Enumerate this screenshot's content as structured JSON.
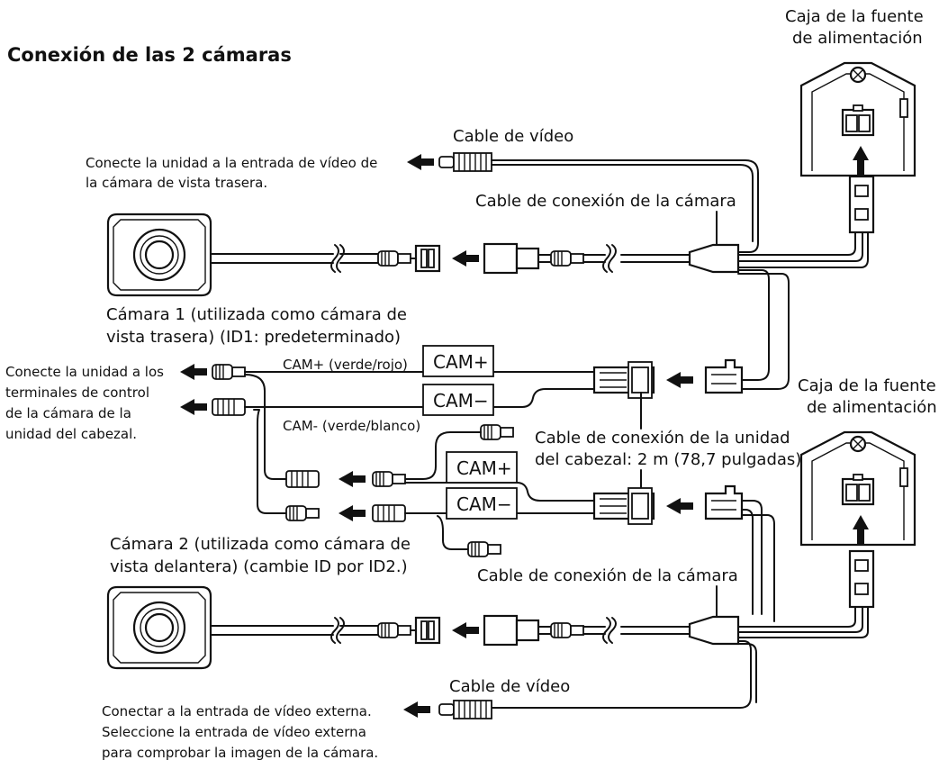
{
  "title": "Conexión de las 2 cámaras",
  "labels": {
    "power_box_top": [
      "Caja de la fuente",
      "de alimentación"
    ],
    "power_box_bottom": [
      "Caja de la fuente",
      "de alimentación"
    ],
    "video_cable_top": "Cable de vídeo",
    "video_cable_bottom": "Cable de vídeo",
    "connect_rear_camera": [
      "Conecte la unidad a la entrada de vídeo de",
      "la cámara de vista trasera."
    ],
    "camera_cable_top": "Cable de conexión de la cámara",
    "camera_cable_bottom": "Cable de conexión de la cámara",
    "camera1": [
      "Cámara 1 (utilizada como cámara de",
      "vista trasera) (ID1: predeterminado)"
    ],
    "connect_control": [
      "Conecte la unidad a los",
      "terminales de control",
      "de la cámara de la",
      "unidad del cabezal."
    ],
    "cam_plus_wire": "CAM+ (verde/rojo)",
    "cam_minus_wire": "CAM- (verde/blanco)",
    "head_unit_cable": [
      "Cable de conexión de la unidad",
      "del cabezal: 2 m (78,7 pulgadas)"
    ],
    "camera2": [
      "Cámara 2 (utilizada como cámara de",
      "vista delantera) (cambie ID por ID2.)"
    ],
    "connect_external": [
      "Conectar a la entrada de vídeo externa.",
      "Seleccione la entrada de vídeo externa",
      "para comprobar la imagen de la cámara."
    ]
  },
  "tags": {
    "cam_plus_1": "CAM+",
    "cam_minus_1": "CAM−",
    "cam_plus_2": "CAM+",
    "cam_minus_2": "CAM−"
  }
}
